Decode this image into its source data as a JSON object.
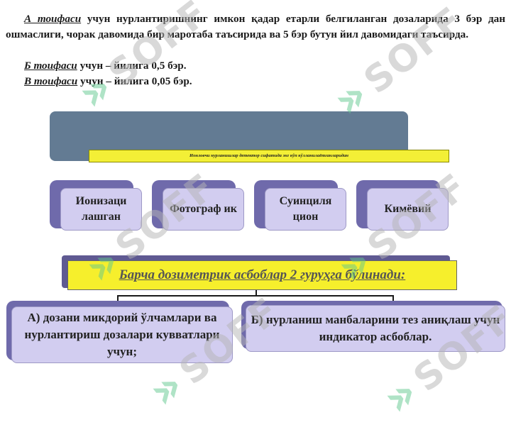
{
  "text": {
    "p1_cat": "А тоифаси",
    "p1_body": " учун нурлантиришнинг имкон қадар етарли белгиланган дозаларида 3 бэр дан ошмаслиги, чорак давомида бир маротаба таъсирида ва 5 бэр бутун йил давомидаги таъсирда.",
    "p2_cat": "Б тоифаси",
    "p2_body": " учун – йилига 0,5 бэр.",
    "p3_cat": "В тоифаси",
    "p3_body": " учун – йилига 0,05 бэр."
  },
  "diagram": {
    "top_caption": "Ионловчи нурланишлар детектор сифатида энг кўп кўлланилаётганларидан",
    "types": [
      "Ионизаци лашган",
      "Фотограф ик",
      "Суинциля цион",
      "Кимёвий"
    ],
    "classification": "Барча дозиметрик асбоблар 2 гуруҳга бўлинади:",
    "groups": [
      "А) дозани микдорий ўлчамлари ва нурлантириш дозалари кувватлари учун;",
      "Б) нурланиш манбаларини тез аниқлаш учун индикатор асбоблар."
    ]
  },
  "watermark": {
    "text": "SOFF",
    "icon": "chevron-logo-icon",
    "color": "#62c98f"
  }
}
